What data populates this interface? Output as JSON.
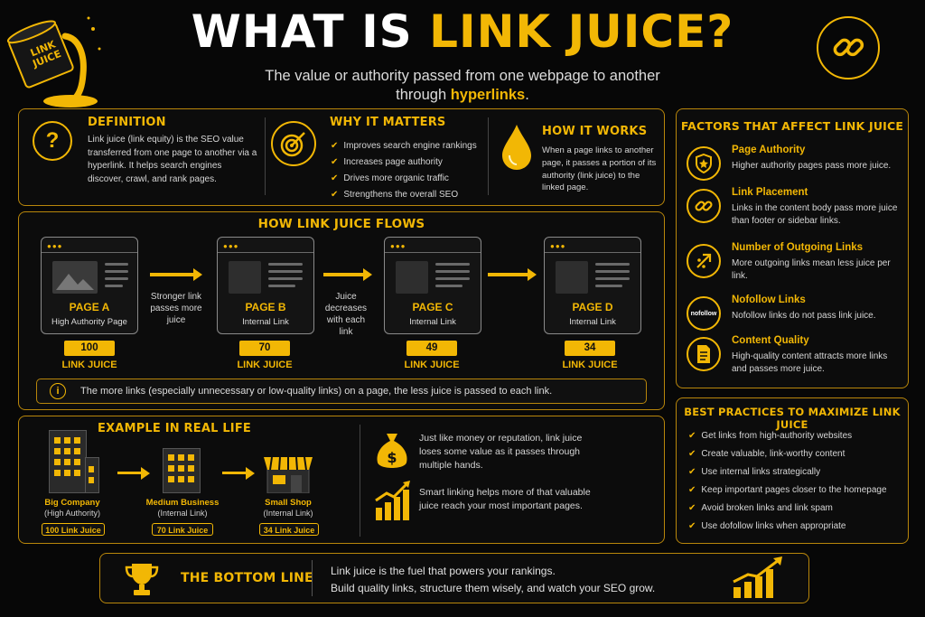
{
  "header": {
    "title_white": "WHAT IS ",
    "title_gold": "LINK JUICE?",
    "subtitle_1": "The value or authority passed from one webpage to another",
    "subtitle_2": "through ",
    "subtitle_link": "hyperlinks",
    "subtitle_end": ".",
    "can_label": "LINK JUICE"
  },
  "definition": {
    "title": "DEFINITION",
    "text": "Link juice (link equity) is the SEO value transferred from one page to another via a hyperlink. It helps search engines discover, crawl, and rank pages."
  },
  "why": {
    "title": "WHY IT MATTERS",
    "items": [
      "Improves search engine rankings",
      "Increases page authority",
      "Drives more organic traffic",
      "Strengthens the overall SEO"
    ]
  },
  "how": {
    "title": "HOW IT WORKS",
    "text": "When a page links to another page, it passes a portion of its authority (link juice) to the linked page."
  },
  "flow": {
    "title": "HOW LINK JUICE FLOWS",
    "pages": [
      {
        "name": "PAGE A",
        "sub": "High Authority Page",
        "value": "100",
        "unit": "LINK JUICE"
      },
      {
        "name": "PAGE B",
        "sub": "Internal Link",
        "value": "70",
        "unit": "LINK JUICE"
      },
      {
        "name": "PAGE C",
        "sub": "Internal Link",
        "value": "49",
        "unit": "LINK JUICE"
      },
      {
        "name": "PAGE D",
        "sub": "Internal Link",
        "value": "34",
        "unit": "LINK JUICE"
      }
    ],
    "arrow_text_1": "Stronger link passes more juice",
    "arrow_text_2": "Juice decreases with each link",
    "note": "The more links (especially unnecessary or low-quality links) on a page, the less juice is passed to each link."
  },
  "example": {
    "title": "EXAMPLE IN REAL LIFE",
    "items": [
      {
        "name": "Big Company",
        "sub": "(High Authority)",
        "value": "100 Link Juice"
      },
      {
        "name": "Medium Business",
        "sub": "(Internal Link)",
        "value": "70 Link Juice"
      },
      {
        "name": "Small Shop",
        "sub": "(Internal Link)",
        "value": "34 Link Juice"
      }
    ],
    "text_1": "Just like money or reputation, link juice loses some value as it passes through multiple hands.",
    "text_2": "Smart linking helps more of that valuable juice reach your most important pages."
  },
  "factors": {
    "title": "FACTORS THAT AFFECT LINK JUICE",
    "items": [
      {
        "title": "Page Authority",
        "text": "Higher authority pages pass more juice."
      },
      {
        "title": "Link Placement",
        "text": "Links in the content body pass more juice than footer or sidebar links."
      },
      {
        "title": "Number of Outgoing Links",
        "text": "More outgoing links mean less juice per link."
      },
      {
        "title": "Nofollow Links",
        "text": "Nofollow links do not pass link juice.",
        "icon_text": "nofollow"
      },
      {
        "title": "Content Quality",
        "text": "High-quality content attracts more links and passes more juice."
      }
    ]
  },
  "best": {
    "title": "BEST PRACTICES TO MAXIMIZE LINK JUICE",
    "items": [
      "Get links from high-authority websites",
      "Create valuable, link-worthy content",
      "Use internal links strategically",
      "Keep important pages closer to the homepage",
      "Avoid broken links and link spam",
      "Use dofollow links when appropriate"
    ]
  },
  "bottom": {
    "title": "THE BOTTOM LINE",
    "line_1": "Link juice is the fuel that powers your rankings.",
    "line_2": "Build quality links, structure them wisely, and watch your SEO grow."
  },
  "colors": {
    "accent": "#f2b705",
    "background": "#070707"
  }
}
